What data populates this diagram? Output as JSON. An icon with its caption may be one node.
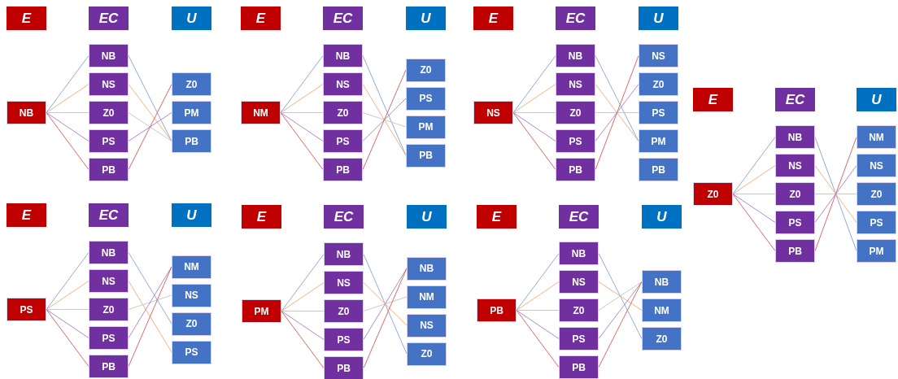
{
  "diagram": {
    "nodes": [
      {
        "text": [
          "E"
        ]
      },
      {
        "text": [
          "EC"
        ]
      },
      {
        "text": [
          "U"
        ]
      },
      {
        "text": [
          "NB"
        ]
      },
      {
        "text": [
          "NB"
        ]
      },
      {
        "text": [
          "NS"
        ]
      },
      {
        "text": [
          "Z0"
        ]
      },
      {
        "text": [
          "PS"
        ]
      },
      {
        "text": [
          "PB"
        ]
      },
      {
        "text": [
          "Z0"
        ]
      },
      {
        "text": [
          "PM"
        ]
      },
      {
        "text": [
          "PB"
        ]
      },
      {
        "text": [
          "E"
        ]
      },
      {
        "text": [
          "EC"
        ]
      },
      {
        "text": [
          "U"
        ]
      },
      {
        "text": [
          "NM"
        ]
      },
      {
        "text": [
          "NB"
        ]
      },
      {
        "text": [
          "NS"
        ]
      },
      {
        "text": [
          "Z0"
        ]
      },
      {
        "text": [
          "PS"
        ]
      },
      {
        "text": [
          "PB"
        ]
      },
      {
        "text": [
          "Z0"
        ]
      },
      {
        "text": [
          "PS"
        ]
      },
      {
        "text": [
          "PM"
        ]
      },
      {
        "text": [
          "PB"
        ]
      },
      {
        "text": [
          "E"
        ]
      },
      {
        "text": [
          "EC"
        ]
      },
      {
        "text": [
          "U"
        ]
      },
      {
        "text": [
          "NS"
        ]
      },
      {
        "text": [
          "NB"
        ]
      },
      {
        "text": [
          "NS"
        ]
      },
      {
        "text": [
          "Z0"
        ]
      },
      {
        "text": [
          "PS"
        ]
      },
      {
        "text": [
          "PB"
        ]
      },
      {
        "text": [
          "NS"
        ]
      },
      {
        "text": [
          "Z0"
        ]
      },
      {
        "text": [
          "PS"
        ]
      },
      {
        "text": [
          "PM"
        ]
      },
      {
        "text": [
          "PB"
        ]
      },
      {
        "text": [
          "E"
        ]
      },
      {
        "text": [
          "EC"
        ]
      },
      {
        "text": [
          "U"
        ]
      },
      {
        "text": [
          "Z0"
        ]
      },
      {
        "text": [
          "NB"
        ]
      },
      {
        "text": [
          "NS"
        ]
      },
      {
        "text": [
          "Z0"
        ]
      },
      {
        "text": [
          "PS"
        ]
      },
      {
        "text": [
          "PB"
        ]
      },
      {
        "text": [
          "NM"
        ]
      },
      {
        "text": [
          "NS"
        ]
      },
      {
        "text": [
          "Z0"
        ]
      },
      {
        "text": [
          "PS"
        ]
      },
      {
        "text": [
          "PM"
        ]
      },
      {
        "text": [
          "E"
        ]
      },
      {
        "text": [
          "EC"
        ]
      },
      {
        "text": [
          "U"
        ]
      },
      {
        "text": [
          "PS"
        ]
      },
      {
        "text": [
          "NB"
        ]
      },
      {
        "text": [
          "NS"
        ]
      },
      {
        "text": [
          "Z0"
        ]
      },
      {
        "text": [
          "PS"
        ]
      },
      {
        "text": [
          "PB"
        ]
      },
      {
        "text": [
          "NM"
        ]
      },
      {
        "text": [
          "NS"
        ]
      },
      {
        "text": [
          "Z0"
        ]
      },
      {
        "text": [
          "PS"
        ]
      },
      {
        "text": [
          "E"
        ]
      },
      {
        "text": [
          "EC"
        ]
      },
      {
        "text": [
          "U"
        ]
      },
      {
        "text": [
          "PM"
        ]
      },
      {
        "text": [
          "NB"
        ]
      },
      {
        "text": [
          "NS"
        ]
      },
      {
        "text": [
          "Z0"
        ]
      },
      {
        "text": [
          "PS"
        ]
      },
      {
        "text": [
          "PB"
        ]
      },
      {
        "text": [
          "NB"
        ]
      },
      {
        "text": [
          "NM"
        ]
      },
      {
        "text": [
          "NS"
        ]
      },
      {
        "text": [
          "Z0"
        ]
      },
      {
        "text": [
          "E"
        ]
      },
      {
        "text": [
          "EC"
        ]
      },
      {
        "text": [
          "U"
        ]
      },
      {
        "text": [
          "PB"
        ]
      },
      {
        "text": [
          "NB"
        ]
      },
      {
        "text": [
          "NS"
        ]
      },
      {
        "text": [
          "Z0"
        ]
      },
      {
        "text": [
          "PS"
        ]
      },
      {
        "text": [
          "PB"
        ]
      },
      {
        "text": [
          "NB"
        ]
      },
      {
        "text": [
          "NM"
        ]
      },
      {
        "text": [
          "Z0"
        ]
      }
    ],
    "edges": [
      {
        "from": 3,
        "to": 4,
        "arrow": "none",
        "color": "#8faadc"
      },
      {
        "from": 3,
        "to": 5,
        "arrow": "none",
        "color": "#f4b183"
      },
      {
        "from": 3,
        "to": 6,
        "arrow": "none",
        "color": "#c9c9c9"
      },
      {
        "from": 3,
        "to": 7,
        "arrow": "none",
        "color": "#a98bd4"
      },
      {
        "from": 3,
        "to": 8,
        "arrow": "none",
        "color": "#e06666"
      },
      {
        "from": 4,
        "to": 11,
        "arrow": "none",
        "color": "#8faadc"
      },
      {
        "from": 5,
        "to": 11,
        "arrow": "none",
        "color": "#f4b183"
      },
      {
        "from": 6,
        "to": 11,
        "arrow": "none",
        "color": "#c9c9c9"
      },
      {
        "from": 7,
        "to": 10,
        "arrow": "none",
        "color": "#a98bd4"
      },
      {
        "from": 8,
        "to": 9,
        "arrow": "none",
        "color": "#e06666"
      },
      {
        "from": 15,
        "to": 16,
        "arrow": "none",
        "color": "#8faadc"
      },
      {
        "from": 15,
        "to": 17,
        "arrow": "none",
        "color": "#f4b183"
      },
      {
        "from": 15,
        "to": 18,
        "arrow": "none",
        "color": "#c9c9c9"
      },
      {
        "from": 15,
        "to": 19,
        "arrow": "none",
        "color": "#a98bd4"
      },
      {
        "from": 15,
        "to": 20,
        "arrow": "none",
        "color": "#e06666"
      },
      {
        "from": 16,
        "to": 24,
        "arrow": "none",
        "color": "#8faadc"
      },
      {
        "from": 17,
        "to": 24,
        "arrow": "none",
        "color": "#f4b183"
      },
      {
        "from": 18,
        "to": 23,
        "arrow": "none",
        "color": "#c9c9c9"
      },
      {
        "from": 19,
        "to": 22,
        "arrow": "none",
        "color": "#a98bd4"
      },
      {
        "from": 20,
        "to": 21,
        "arrow": "none",
        "color": "#e06666"
      },
      {
        "from": 28,
        "to": 29,
        "arrow": "none",
        "color": "#8faadc"
      },
      {
        "from": 28,
        "to": 30,
        "arrow": "none",
        "color": "#f4b183"
      },
      {
        "from": 28,
        "to": 31,
        "arrow": "none",
        "color": "#c9c9c9"
      },
      {
        "from": 28,
        "to": 32,
        "arrow": "none",
        "color": "#a98bd4"
      },
      {
        "from": 28,
        "to": 33,
        "arrow": "none",
        "color": "#e06666"
      },
      {
        "from": 29,
        "to": 37,
        "arrow": "none",
        "color": "#8faadc"
      },
      {
        "from": 30,
        "to": 37,
        "arrow": "none",
        "color": "#f4b183"
      },
      {
        "from": 31,
        "to": 36,
        "arrow": "none",
        "color": "#c9c9c9"
      },
      {
        "from": 32,
        "to": 35,
        "arrow": "none",
        "color": "#a98bd4"
      },
      {
        "from": 33,
        "to": 34,
        "arrow": "none",
        "color": "#e06666"
      },
      {
        "from": 42,
        "to": 43,
        "arrow": "none",
        "color": "#8faadc"
      },
      {
        "from": 42,
        "to": 44,
        "arrow": "none",
        "color": "#f4b183"
      },
      {
        "from": 42,
        "to": 45,
        "arrow": "none",
        "color": "#c9c9c9"
      },
      {
        "from": 42,
        "to": 46,
        "arrow": "none",
        "color": "#a98bd4"
      },
      {
        "from": 42,
        "to": 47,
        "arrow": "none",
        "color": "#e06666"
      },
      {
        "from": 43,
        "to": 52,
        "arrow": "none",
        "color": "#8faadc"
      },
      {
        "from": 44,
        "to": 51,
        "arrow": "none",
        "color": "#f4b183"
      },
      {
        "from": 45,
        "to": 50,
        "arrow": "none",
        "color": "#c9c9c9"
      },
      {
        "from": 46,
        "to": 49,
        "arrow": "none",
        "color": "#a98bd4"
      },
      {
        "from": 47,
        "to": 48,
        "arrow": "none",
        "color": "#e06666"
      },
      {
        "from": 56,
        "to": 57,
        "arrow": "none",
        "color": "#8faadc"
      },
      {
        "from": 56,
        "to": 58,
        "arrow": "none",
        "color": "#f4b183"
      },
      {
        "from": 56,
        "to": 59,
        "arrow": "none",
        "color": "#c9c9c9"
      },
      {
        "from": 56,
        "to": 60,
        "arrow": "none",
        "color": "#a98bd4"
      },
      {
        "from": 56,
        "to": 61,
        "arrow": "none",
        "color": "#e06666"
      },
      {
        "from": 57,
        "to": 64,
        "arrow": "none",
        "color": "#8faadc"
      },
      {
        "from": 58,
        "to": 65,
        "arrow": "none",
        "color": "#f4b183"
      },
      {
        "from": 59,
        "to": 63,
        "arrow": "none",
        "color": "#c9c9c9"
      },
      {
        "from": 60,
        "to": 62,
        "arrow": "none",
        "color": "#a98bd4"
      },
      {
        "from": 61,
        "to": 62,
        "arrow": "none",
        "color": "#e06666"
      },
      {
        "from": 69,
        "to": 70,
        "arrow": "none",
        "color": "#8faadc"
      },
      {
        "from": 69,
        "to": 71,
        "arrow": "none",
        "color": "#f4b183"
      },
      {
        "from": 69,
        "to": 72,
        "arrow": "none",
        "color": "#c9c9c9"
      },
      {
        "from": 69,
        "to": 73,
        "arrow": "none",
        "color": "#a98bd4"
      },
      {
        "from": 69,
        "to": 74,
        "arrow": "none",
        "color": "#e06666"
      },
      {
        "from": 70,
        "to": 78,
        "arrow": "none",
        "color": "#8faadc"
      },
      {
        "from": 71,
        "to": 77,
        "arrow": "none",
        "color": "#f4b183"
      },
      {
        "from": 72,
        "to": 76,
        "arrow": "none",
        "color": "#c9c9c9"
      },
      {
        "from": 73,
        "to": 75,
        "arrow": "none",
        "color": "#a98bd4"
      },
      {
        "from": 74,
        "to": 75,
        "arrow": "none",
        "color": "#e06666"
      },
      {
        "from": 82,
        "to": 83,
        "arrow": "none",
        "color": "#8faadc"
      },
      {
        "from": 82,
        "to": 84,
        "arrow": "none",
        "color": "#f4b183"
      },
      {
        "from": 82,
        "to": 85,
        "arrow": "none",
        "color": "#c9c9c9"
      },
      {
        "from": 82,
        "to": 86,
        "arrow": "none",
        "color": "#a98bd4"
      },
      {
        "from": 82,
        "to": 87,
        "arrow": "none",
        "color": "#e06666"
      },
      {
        "from": 83,
        "to": 90,
        "arrow": "none",
        "color": "#8faadc"
      },
      {
        "from": 84,
        "to": 89,
        "arrow": "none",
        "color": "#f4b183"
      },
      {
        "from": 85,
        "to": 88,
        "arrow": "none",
        "color": "#c9c9c9"
      },
      {
        "from": 86,
        "to": 88,
        "arrow": "none",
        "color": "#a98bd4"
      },
      {
        "from": 87,
        "to": 88,
        "arrow": "none",
        "color": "#e06666"
      }
    ]
  }
}
